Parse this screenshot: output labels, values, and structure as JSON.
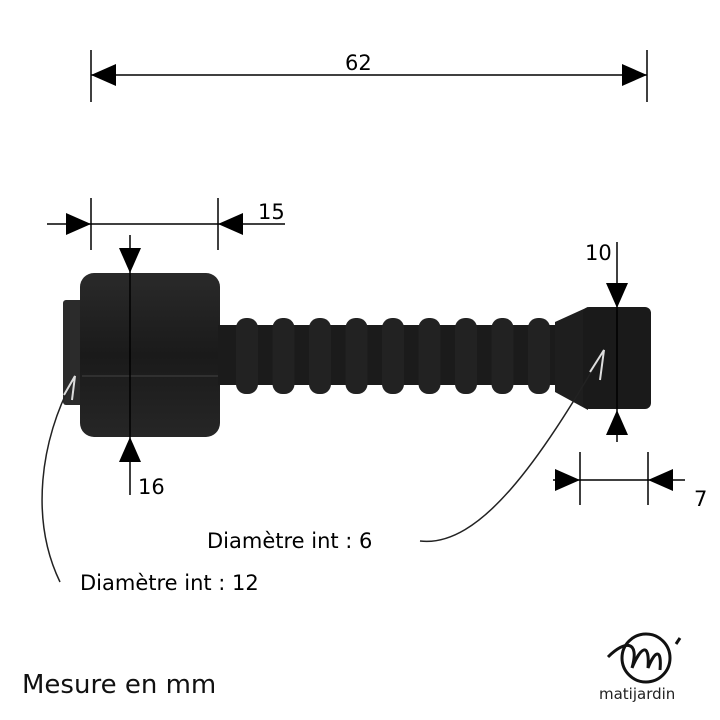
{
  "dimensions": {
    "total_length": "62",
    "cap_length": "15",
    "cap_diameter": "16",
    "tip_diameter": "10",
    "tip_length": "7"
  },
  "labels": {
    "inner_diameter_tip": "Diamètre int : 6",
    "inner_diameter_cap": "Diamètre int : 12",
    "units": "Mesure en mm"
  },
  "logo": {
    "brand": "matijardin"
  },
  "colors": {
    "part": "#1c1c1c",
    "line": "#000000"
  }
}
